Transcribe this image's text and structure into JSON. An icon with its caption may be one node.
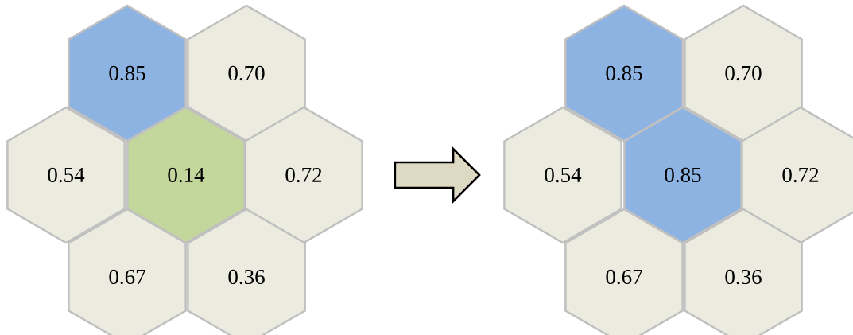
{
  "diagram": {
    "nodes": [
      {
        "text": [
          "0.85"
        ]
      },
      {
        "text": [
          "0.70"
        ]
      },
      {
        "text": [
          "0.54"
        ]
      },
      {
        "text": [
          "0.14"
        ]
      },
      {
        "text": [
          "0.72"
        ]
      },
      {
        "text": [
          "0.67"
        ]
      },
      {
        "text": [
          "0.36"
        ]
      },
      {
        "text": [
          "0.85"
        ]
      },
      {
        "text": [
          "0.70"
        ]
      },
      {
        "text": [
          "0.54"
        ]
      },
      {
        "text": [
          "0.85"
        ]
      },
      {
        "text": [
          "0.72"
        ]
      },
      {
        "text": [
          "0.67"
        ]
      },
      {
        "text": [
          "0.36"
        ]
      }
    ],
    "edges": [
      {
        "from": 4,
        "to": 9,
        "arrow": "to"
      }
    ]
  }
}
